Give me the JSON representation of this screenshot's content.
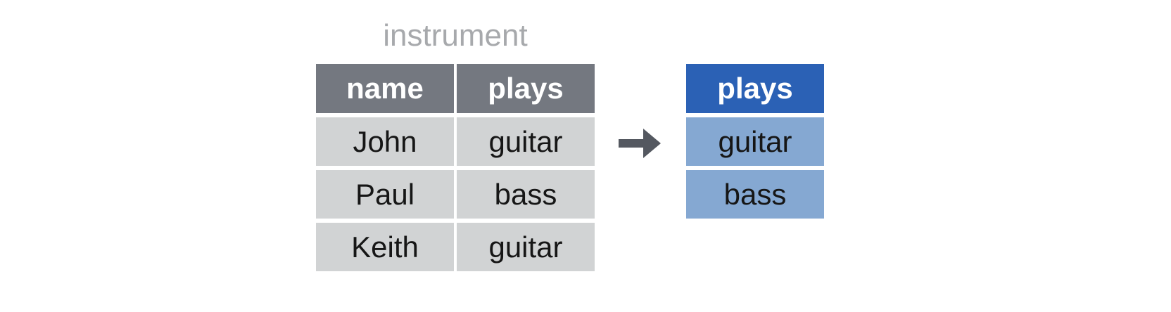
{
  "colors": {
    "background": "#ffffff",
    "source_header_bg": "#747880",
    "source_cell_bg": "#d1d3d4",
    "result_header_bg": "#2b61b5",
    "result_cell_bg": "#85a8d2",
    "header_text": "#ffffff",
    "cell_text": "#161616",
    "title_text": "#a7a9ac",
    "arrow": "#545860"
  },
  "source_table": {
    "title": "instrument",
    "headers": [
      "name",
      "plays"
    ],
    "rows": [
      [
        "John",
        "guitar"
      ],
      [
        "Paul",
        "bass"
      ],
      [
        "Keith",
        "guitar"
      ]
    ]
  },
  "arrow": {
    "icon": "right-arrow",
    "direction": "right"
  },
  "result_table": {
    "headers": [
      "plays"
    ],
    "rows": [
      [
        "guitar"
      ],
      [
        "bass"
      ]
    ]
  }
}
